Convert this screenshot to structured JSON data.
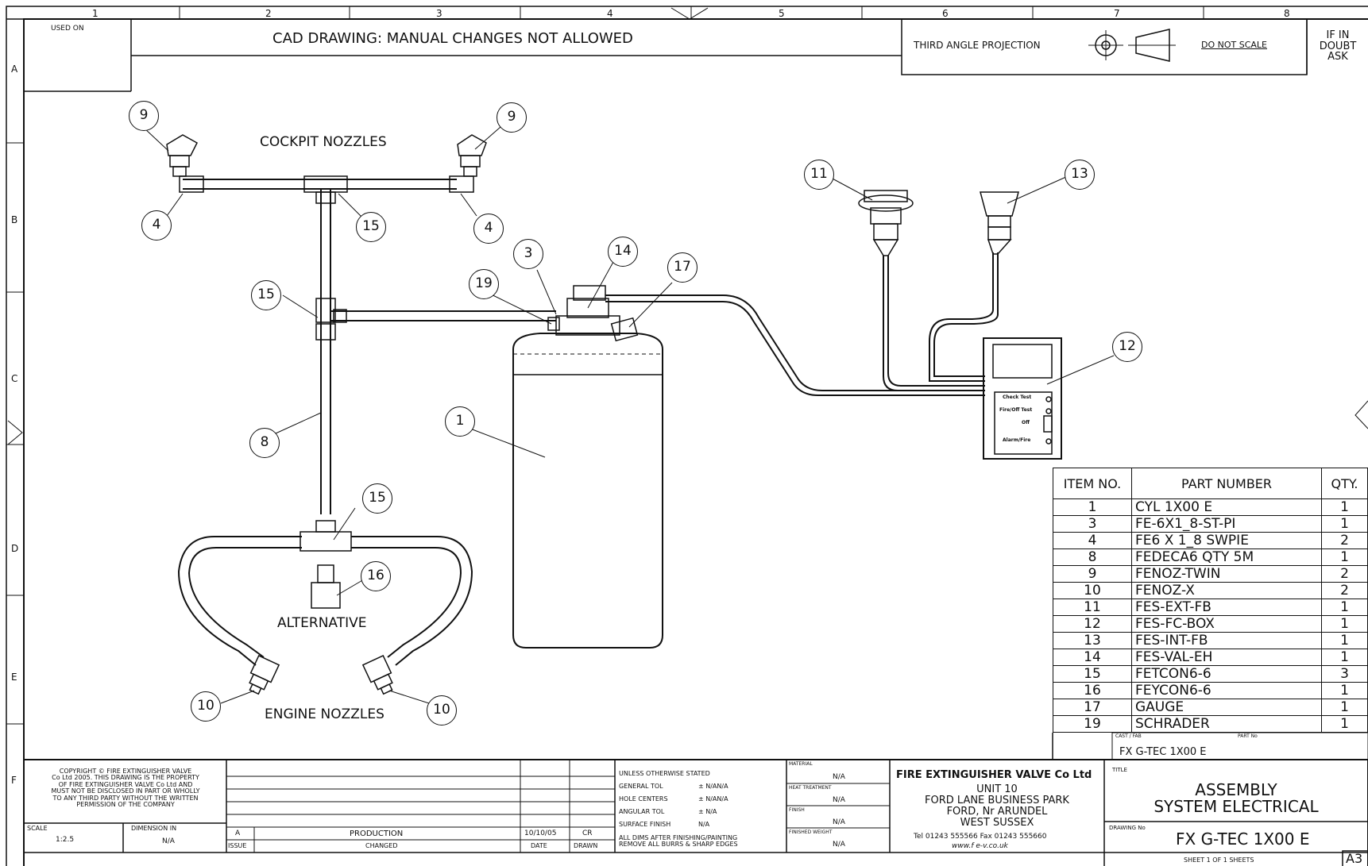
{
  "sheet": {
    "grid_columns": [
      "1",
      "2",
      "3",
      "4",
      "5",
      "6",
      "7",
      "8"
    ],
    "grid_rows": [
      "A",
      "B",
      "C",
      "D",
      "E",
      "F"
    ]
  },
  "header": {
    "used_on_label": "USED ON",
    "cad_notice": "CAD DRAWING: MANUAL CHANGES NOT ALLOWED",
    "projection_label": "THIRD ANGLE PROJECTION",
    "do_not_scale": "DO NOT SCALE",
    "if_in_doubt": [
      "IF IN",
      "DOUBT",
      "ASK"
    ]
  },
  "labels": {
    "cockpit": "COCKPIT NOZZLES",
    "alternative": "ALTERNATIVE",
    "engine": "ENGINE NOZZLES"
  },
  "callouts": [
    "9",
    "9",
    "4",
    "4",
    "15",
    "15",
    "15",
    "8",
    "19",
    "3",
    "14",
    "17",
    "1",
    "16",
    "10",
    "10",
    "11",
    "13",
    "12"
  ],
  "box_labels": [
    "Check Test",
    "Fire/Off Test",
    "Off",
    "Alarm/Fire"
  ],
  "bom": {
    "headers": [
      "ITEM NO.",
      "PART NUMBER",
      "QTY."
    ],
    "rows": [
      {
        "item": "1",
        "part": "CYL 1X00 E",
        "qty": "1"
      },
      {
        "item": "3",
        "part": "FE-6X1_8-ST-PI",
        "qty": "1"
      },
      {
        "item": "4",
        "part": "FE6 X 1_8 SWPIE",
        "qty": "2"
      },
      {
        "item": "8",
        "part": "FEDECA6 QTY 5M",
        "qty": "1"
      },
      {
        "item": "9",
        "part": "FENOZ-TWIN",
        "qty": "2"
      },
      {
        "item": "10",
        "part": "FENOZ-X",
        "qty": "2"
      },
      {
        "item": "11",
        "part": "FES-EXT-FB",
        "qty": "1"
      },
      {
        "item": "12",
        "part": "FES-FC-BOX",
        "qty": "1"
      },
      {
        "item": "13",
        "part": "FES-INT-FB",
        "qty": "1"
      },
      {
        "item": "14",
        "part": "FES-VAL-EH",
        "qty": "1"
      },
      {
        "item": "15",
        "part": "FETCON6-6",
        "qty": "3"
      },
      {
        "item": "16",
        "part": "FEYCON6-6",
        "qty": "1"
      },
      {
        "item": "17",
        "part": "GAUGE",
        "qty": "1"
      },
      {
        "item": "19",
        "part": "SCHRADER",
        "qty": "1"
      }
    ]
  },
  "title_block": {
    "cast_label": "CAST / FAB",
    "part_no_label": "PART No",
    "cast_value": "FX G-TEC 1X00 E",
    "copyright": [
      "COPYRIGHT © FIRE EXTINGUISHER VALVE",
      "Co Ltd 2005. THIS DRAWING IS THE PROPERTY",
      "OF FIRE EXTINGUISHER VALVE Co Ltd AND",
      "MUST NOT BE DISCLOSED IN PART OR WHOLLY",
      "TO ANY THIRD PARTY WITHOUT THE WRITTEN",
      "PERMISSION OF THE COMPANY"
    ],
    "scale_label": "SCALE",
    "scale_value": "1:2.5",
    "dimension_label": "DIMENSION IN",
    "dimension_value": "N/A",
    "rev_issue": "A",
    "rev_change": "PRODUCTION",
    "rev_date": "10/10/05",
    "rev_drawn": "CR",
    "rev_headers": [
      "ISSUE",
      "CHANGED",
      "DATE",
      "DRAWN"
    ],
    "tolerances": [
      {
        "label": "UNLESS OTHERWISE STATED",
        "value": ""
      },
      {
        "label": "GENERAL TOL",
        "value": "±  N/AN/A"
      },
      {
        "label": "HOLE CENTERS",
        "value": "±  N/AN/A"
      },
      {
        "label": "ANGULAR TOL",
        "value": "±  N/A"
      },
      {
        "label": "SURFACE FINISH",
        "value": "N/A"
      }
    ],
    "dims_note": [
      "ALL DIMS AFTER FINISHING/PAINTING",
      "REMOVE ALL BURRS & SHARP EDGES"
    ],
    "material_label": "MATERIAL",
    "material_value": "N/A",
    "heat_label": "HEAT TREATMENT",
    "heat_value": "N/A",
    "finish_label": "FINISH",
    "finish_value": "N/A",
    "weight_label": "FINISHED WEIGHT",
    "weight_value": "N/A",
    "company": "FIRE EXTINGUISHER VALVE Co Ltd",
    "address": [
      "UNIT 10",
      "FORD LANE BUSINESS PARK",
      "FORD, Nr ARUNDEL",
      "WEST SUSSEX"
    ],
    "phone": "Tel 01243 555566 Fax 01243 555660",
    "web": "www.f   e-v.co.uk",
    "title_label": "TITLE",
    "title": [
      "ASSEMBLY",
      "SYSTEM ELECTRICAL"
    ],
    "drawing_no_label": "DRAWING No",
    "drawing_no": "FX G-TEC 1X00 E",
    "size": "A3",
    "sheet_note": "SHEET 1 OF 1 SHEETS"
  }
}
